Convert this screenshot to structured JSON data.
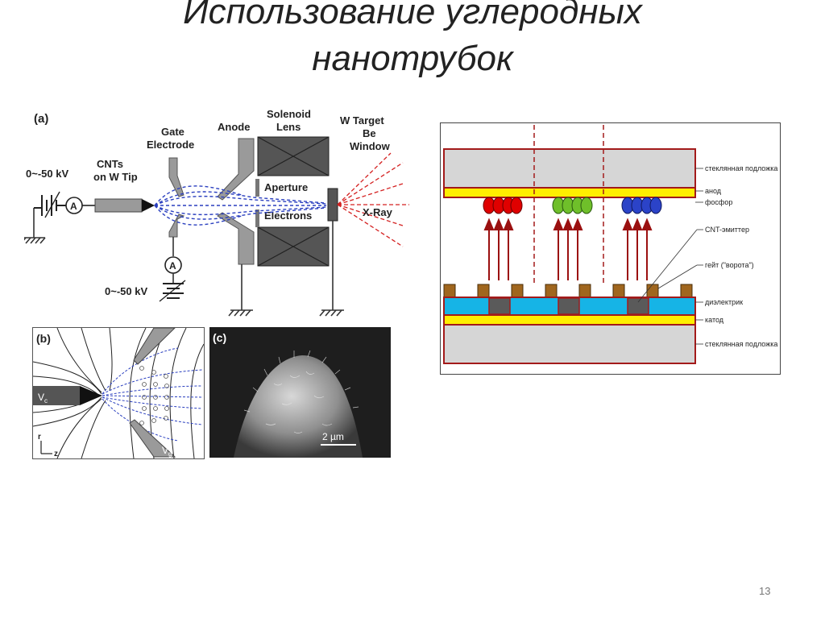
{
  "slide": {
    "title_line1": "Использование углеродных",
    "title_line2": "нанотрубок",
    "page_number": "13"
  },
  "figure_a": {
    "panel_label": "(a)",
    "voltage_top": "0~-50 kV",
    "ammeter": "A",
    "cnts_line1": "CNTs",
    "cnts_line2": "on W Tip",
    "gate_line1": "Gate",
    "gate_line2": "Electrode",
    "anode": "Anode",
    "solenoid_line1": "Solenoid",
    "solenoid_line2": "Lens",
    "aperture": "Aperture",
    "electrons": "Electrons",
    "target_line1": "W Target",
    "target_line2": "Be",
    "target_line3": "Window",
    "xray": "X-Ray",
    "voltage_bottom": "0~-50 kV"
  },
  "figure_b": {
    "panel_label": "(b)",
    "vc_main": "V",
    "vc_sub": "c",
    "vg_main": "V",
    "vg_sub": "g",
    "axis_r": "r",
    "axis_z": "z"
  },
  "figure_c": {
    "panel_label": "(c)",
    "scale": "2 µm"
  },
  "display": {
    "labels": {
      "glass_top": "стеклянная подложка",
      "anode": "анод",
      "phosphor": "фосфор",
      "cnt_emitter": "CNT-эмиттер",
      "gate": "гейт (\"ворота\")",
      "dielectric": "диэлектрик",
      "cathode": "катод",
      "glass_bottom": "стеклянная подложка"
    },
    "colors": {
      "red_phosphor": "#e00000",
      "green_phosphor": "#6fbf2a",
      "blue_phosphor": "#2b43c8",
      "anode_yellow": "#ffee00",
      "dielectric_blue": "#16b4e6",
      "arrow": "#9b1010",
      "gate_brown": "#a0661e"
    }
  }
}
